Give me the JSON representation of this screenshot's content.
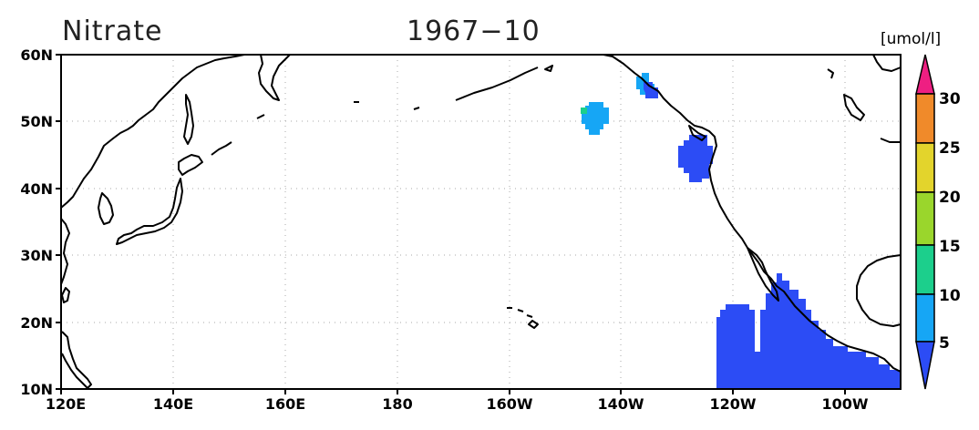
{
  "map": {
    "variable_title": "Nitrate",
    "date_title": "1967−10",
    "units": "[umol/l]",
    "lon_ticks": [
      "120E",
      "140E",
      "160E",
      "180",
      "160W",
      "140W",
      "120W",
      "100W"
    ],
    "lat_ticks": [
      "60N",
      "50N",
      "40N",
      "30N",
      "20N",
      "10N"
    ]
  },
  "colorbar": {
    "labels": [
      "5",
      "10",
      "15",
      "20",
      "25",
      "30"
    ],
    "colors": [
      "#2c4cf5",
      "#16a6f5",
      "#1ccf8c",
      "#9ad62c",
      "#e3d42c",
      "#f08a2a",
      "#ee1f82"
    ]
  },
  "chart_data": {
    "type": "heatmap",
    "title": "Nitrate 1967−10",
    "units": "[umol/l]",
    "xlim": [
      120,
      270
    ],
    "ylim": [
      10,
      60
    ],
    "levels": [
      5,
      10,
      15,
      20,
      25,
      30
    ],
    "regions": [
      {
        "area": "Gulf of Alaska (~145W, 50N)",
        "class": "5-10",
        "color": "#16a6f5"
      },
      {
        "area": "Gulf of Alaska small cell (~145W, 51N)",
        "class": "10-15",
        "color": "#1ccf8c"
      },
      {
        "area": "SE Alaska coast (~135W, 55N)",
        "class": "5-10",
        "color": "#16a6f5"
      },
      {
        "area": "Off Oregon/Washington (~127W, 45N)",
        "class": "<5",
        "color": "#2c4cf5"
      },
      {
        "area": "Eastern tropical Pacific off Mexico (120W-90W, 10N-23N)",
        "class": "<5",
        "color": "#2c4cf5"
      }
    ]
  }
}
